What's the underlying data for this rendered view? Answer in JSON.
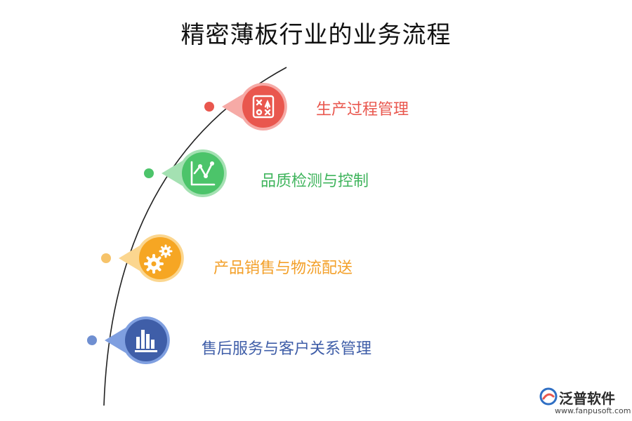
{
  "title": "精密薄板行业的业务流程",
  "steps": [
    {
      "label": "生产过程管理",
      "icon": "process-chart-icon",
      "color": "#e9574e"
    },
    {
      "label": "品质检测与控制",
      "icon": "line-graph-icon",
      "color": "#4cc46a"
    },
    {
      "label": "产品销售与物流配送",
      "icon": "gears-icon",
      "color": "#f6a623"
    },
    {
      "label": "售后服务与客户关系管理",
      "icon": "bar-chart-icon",
      "color": "#3f5ea8"
    }
  ],
  "logo": {
    "name": "泛普软件",
    "url": "www.fanpusoft.com"
  }
}
